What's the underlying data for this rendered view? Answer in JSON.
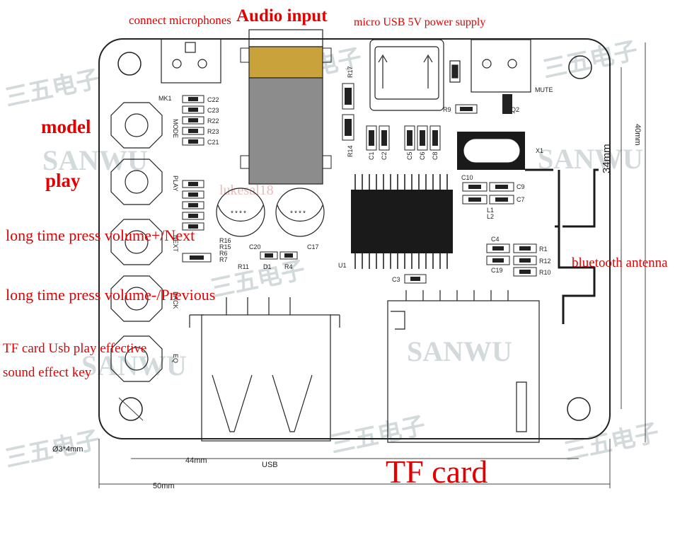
{
  "annotations": {
    "connect_microphones": "connect microphones",
    "audio_input": "Audio input",
    "micro_usb_power": "micro USB 5V power supply",
    "model": "model",
    "play": "play",
    "volume_next": "long time press volume+/Next",
    "volume_previous": "long time press volume-/Previous",
    "eq_line1": "TF card Usb play effective",
    "eq_line2": "sound effect key",
    "bluetooth_antenna": "bluetooth antenna",
    "tf_card": "TF card"
  },
  "dimensions": {
    "height_40mm": "40mm",
    "height_34mm": "34mm",
    "width_44mm": "44mm",
    "width_50mm": "50mm",
    "hole": "Ø3*4mm"
  },
  "silkscreen": {
    "mk1": "MK1",
    "mode": "MODE",
    "play": "PLAY",
    "next": "NEXT",
    "back": "BACK",
    "eq": "EQ",
    "mute": "MUTE",
    "usb": "USB",
    "c22": "C22",
    "c23": "C23",
    "r22": "R22",
    "r23": "R23",
    "c21": "C21",
    "r17": "R17",
    "r14": "R14",
    "r9": "R9",
    "q2": "Q2",
    "x1": "X1",
    "c1": "C1",
    "c2": "C2",
    "c5": "C5",
    "c6": "C6",
    "c8": "C8",
    "c10": "C10",
    "c9": "C9",
    "c7": "C7",
    "l1": "L1",
    "l2": "L2",
    "c4": "C4",
    "r1": "R1",
    "r12": "R12",
    "c19": "C19",
    "r10": "R10",
    "c3": "C3",
    "u1": "U1",
    "c20": "C20",
    "c17": "C17",
    "r16": "R16",
    "r15": "R15",
    "r6": "R6",
    "r7": "R7",
    "r11": "R11",
    "d1": "D1",
    "r4": "R4"
  },
  "watermarks": {
    "sanwu": "SANWU",
    "chinese": "三五电子",
    "handle": "lukesal18"
  },
  "colors": {
    "annotation_red": "#e30000",
    "board_outline": "#222222",
    "jack_gold": "#c9a23c",
    "jack_gray": "#8c8c8c",
    "chip_black": "#1a1a1a",
    "watermark": "#cfd6d9"
  }
}
